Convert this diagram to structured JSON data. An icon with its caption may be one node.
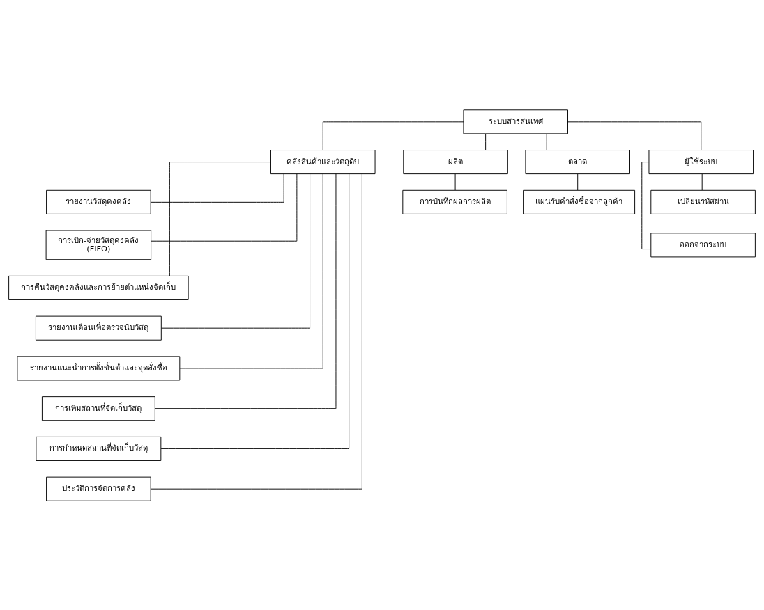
{
  "diagram": {
    "nodes": [
      {
        "text": [
          "ระบบสารสนเทศ"
        ]
      },
      {
        "text": [
          "คลังสินค้าและวัตถุดิบ"
        ]
      },
      {
        "text": [
          "ผลิต"
        ]
      },
      {
        "text": [
          "ตลาด"
        ]
      },
      {
        "text": [
          "ผู้ใช้ระบบ"
        ]
      },
      {
        "text": [
          "รายงานวัสดุคงคลัง"
        ]
      },
      {
        "text": [
          "การเบิก-จ่ายวัสดุคงคลัง (FIFO)"
        ]
      },
      {
        "text": [
          "การคืนวัสดุคงคลังและการย้ายตำแหน่งจัดเก็บ"
        ]
      },
      {
        "text": [
          "รายงานเตือนเพื่อตรวจนับวัสดุ"
        ]
      },
      {
        "text": [
          "รายงานแนะนำการตั้งขั้นต่ำและจุดสั่งซื้อ"
        ]
      },
      {
        "text": [
          "การเพิ่มสถานที่จัดเก็บวัสดุ"
        ]
      },
      {
        "text": [
          "การกำหนดสถานที่จัดเก็บวัสดุ"
        ]
      },
      {
        "text": [
          "ประวัติการจัดการคลัง"
        ]
      },
      {
        "text": [
          "การบันทึกผลการผลิต"
        ]
      },
      {
        "text": [
          "แผนรับคำสั่งซื้อจากลูกค้า"
        ]
      },
      {
        "text": [
          "เปลี่ยนรหัสผ่าน"
        ]
      },
      {
        "text": [
          "ออกจากระบบ"
        ]
      }
    ],
    "edges": [
      {
        "from": 0,
        "to": 1,
        "arrow": "none"
      },
      {
        "from": 0,
        "to": 2,
        "arrow": "none"
      },
      {
        "from": 0,
        "to": 3,
        "arrow": "none"
      },
      {
        "from": 0,
        "to": 4,
        "arrow": "none"
      },
      {
        "from": 1,
        "to": 5,
        "arrow": "none"
      },
      {
        "from": 1,
        "to": 6,
        "arrow": "none"
      },
      {
        "from": 1,
        "to": 7,
        "arrow": "none"
      },
      {
        "from": 1,
        "to": 8,
        "arrow": "none"
      },
      {
        "from": 1,
        "to": 9,
        "arrow": "none"
      },
      {
        "from": 1,
        "to": 10,
        "arrow": "none"
      },
      {
        "from": 1,
        "to": 11,
        "arrow": "none"
      },
      {
        "from": 1,
        "to": 12,
        "arrow": "none"
      },
      {
        "from": 2,
        "to": 13,
        "arrow": "none"
      },
      {
        "from": 3,
        "to": 14,
        "arrow": "none"
      },
      {
        "from": 4,
        "to": 15,
        "arrow": "none"
      },
      {
        "from": 4,
        "to": 16,
        "arrow": "none"
      }
    ]
  }
}
